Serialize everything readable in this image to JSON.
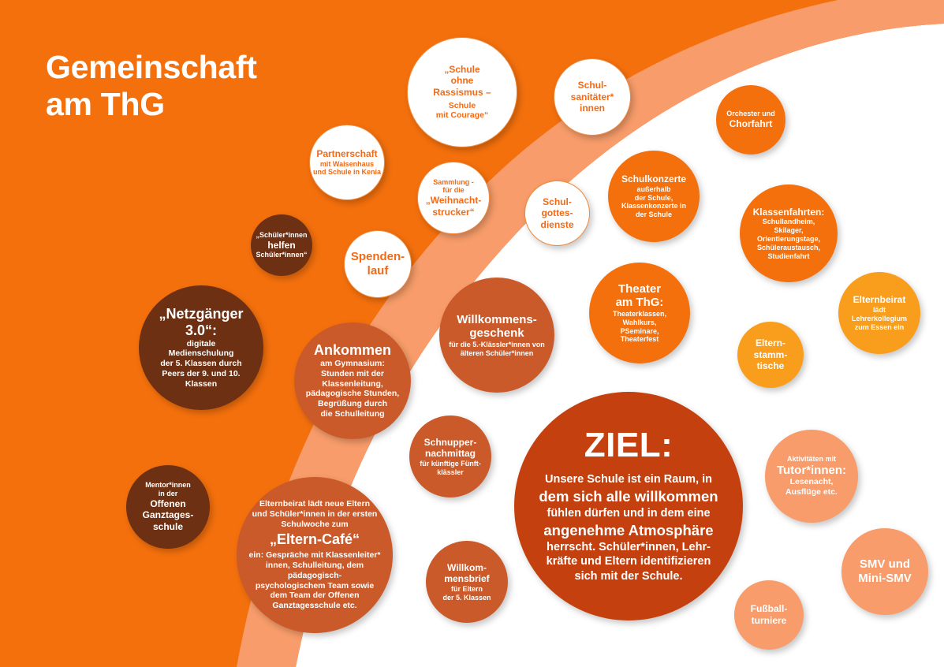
{
  "page": {
    "title_line1": "Gemeinschaft",
    "title_line2": "am ThG",
    "title_full": "Gemeinschaft\nam ThG"
  },
  "colors": {
    "bg_orange": "#f4700d",
    "bg_salmon": "#f79c6a",
    "bg_white": "#ffffff",
    "accent_orange_text": "#f26a16",
    "amber": "#f99d1c",
    "terracotta": "#cb5a2a",
    "rust": "#c4410f",
    "brown": "#6e3012"
  },
  "center": {
    "heading": "ZIEL:",
    "body_lines": [
      "Unsere Schule ist ein Raum, in",
      "dem sich alle willkommen",
      "fühlen dürfen und in dem eine",
      "angenehme Atmosphäre",
      "herrscht. Schüler*innen, Lehr-",
      "kräfte und Eltern identifizieren",
      "sich mit der Schule."
    ],
    "emphasis_words": [
      "alle willkommen",
      "angenehme Atmosphäre"
    ],
    "color": "#c4410f"
  },
  "bubbles": [
    {
      "id": "schule-ohne-rassismus",
      "style": "white",
      "lines_big": "„Schule\nohne\nRassismus –",
      "lines_small": "Schule\nmit Courage“"
    },
    {
      "id": "schulsanitaeter",
      "style": "white",
      "lines_big": "Schul-\nsanitäter*\ninnen",
      "lines_small": ""
    },
    {
      "id": "orchester-chorfahrt",
      "style": "orange",
      "lines_small": "Orchester und",
      "lines_big": "Chorfahrt"
    },
    {
      "id": "partnerschaft",
      "style": "white",
      "lines_big": "Partnerschaft",
      "lines_small": "mit Waisenhaus\nund Schule in Kenia"
    },
    {
      "id": "weihnachtstrucker",
      "style": "white",
      "lines_small": "Sammlung -\nfür die",
      "lines_big": "„Weihnacht-\nstrucker“"
    },
    {
      "id": "schulgottesdienste",
      "style": "white",
      "lines_big": "Schul-\ngottes-\ndienste",
      "lines_small": ""
    },
    {
      "id": "schulkonzerte",
      "style": "orange",
      "lines_big": "Schulkonzerte",
      "lines_small": "außerhalb\nder Schule,\nKlassenkonzerte in\nder Schule"
    },
    {
      "id": "klassenfahrten",
      "style": "orange",
      "lines_big": "Klassenfahrten:",
      "lines_small": "Schullandheim,\nSkilager,\nOrientierungstage,\nSchüleraustausch,\nStudienfahrt"
    },
    {
      "id": "elternbeirat-essen",
      "style": "amber",
      "lines_big": "Elternbeirat",
      "lines_small": "lädt\nLehrerkollegium\nzum Essen ein"
    },
    {
      "id": "schueler-helfen-schueler",
      "style": "brown",
      "lines_small_top": "„Schüler*innen",
      "lines_big": "helfen",
      "lines_small": "Schüler*innen“"
    },
    {
      "id": "spendenlauf",
      "style": "white",
      "lines_big": "Spenden-\nlauf",
      "lines_small": ""
    },
    {
      "id": "netzgaenger",
      "style": "brown",
      "lines_big": "„Netzgänger\n3.0“:",
      "lines_small": "digitale\nMedienschulung\nder 5. Klassen durch\nPeers der 9. und 10.\nKlassen"
    },
    {
      "id": "ankommen",
      "style": "terra",
      "lines_big": "Ankommen",
      "lines_small": "am Gymnasium:\nStunden mit der\nKlassenleitung,\npädagogische Stunden,\nBegrüßung durch\ndie Schulleitung"
    },
    {
      "id": "willkommensgeschenk",
      "style": "terra",
      "lines_big": "Willkommens-\ngeschenk",
      "lines_small": "für die 5.-Klässler*innen von\nälteren Schüler*innen"
    },
    {
      "id": "theater-am-thg",
      "style": "orange",
      "lines_big": "Theater\nam ThG:",
      "lines_small": "Theaterklassen,\nWahlkurs,\nPSeminare,\nTheaterfest"
    },
    {
      "id": "elternstammtische",
      "style": "amber",
      "lines_big": "Eltern-\nstamm-\ntische",
      "lines_small": ""
    },
    {
      "id": "schnuppernachmittag",
      "style": "terra",
      "lines_big": "Schnupper-\nnachmittag",
      "lines_small": "für künftige Fünft-\nklässler"
    },
    {
      "id": "mentorinnen-ogs",
      "style": "brown",
      "lines_small_top": "Mentor*innen\nin der",
      "lines_big": "Offenen\nGanztages-\nschule",
      "lines_small": ""
    },
    {
      "id": "eltern-cafe",
      "style": "terra",
      "lines_small_top": "Elternbeirat lädt neue Eltern\nund Schüler*innen in der ersten\nSchulwoche zum",
      "lines_big": "„Eltern-Café“",
      "lines_small": "ein: Gespräche mit Klassenleiter*\ninnen, Schulleitung, dem pädagogisch-\npsychologischem Team sowie\ndem Team der Offenen\nGanztagesschule etc."
    },
    {
      "id": "willkommensbrief",
      "style": "terra",
      "lines_big": "Willkom-\nmensbrief",
      "lines_small": "für Eltern\nder 5. Klassen"
    },
    {
      "id": "tutorinnen",
      "style": "salmon",
      "lines_small_top": "Aktivitäten mit",
      "lines_big": "Tutor*innen:",
      "lines_small": "Lesenacht,\nAusflüge etc."
    },
    {
      "id": "smv",
      "style": "salmon",
      "lines_big": "SMV und\nMini-SMV",
      "lines_small": ""
    },
    {
      "id": "fussballturniere",
      "style": "salmon",
      "lines_big": "Fußball-\nturniere",
      "lines_small": ""
    }
  ]
}
